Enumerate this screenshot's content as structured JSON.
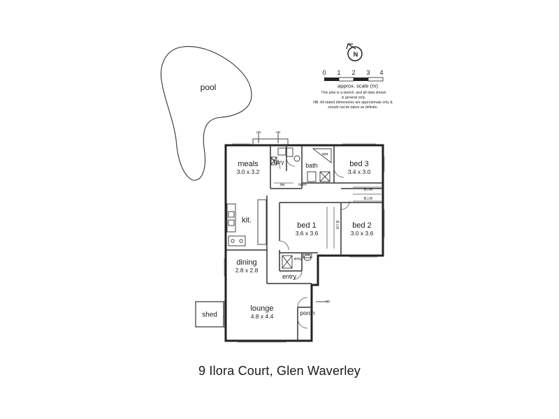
{
  "outdoor": {
    "pool": "pool",
    "shed": "shed"
  },
  "scale": {
    "ticks": [
      "0",
      "1",
      "2",
      "3",
      "4"
    ],
    "label": "approx. scale (m)",
    "disclaimer_1": "This plan is a sketch, and all data shown is general only.",
    "disclaimer_2": "NB: All stated dimensions are approximate only & should not be taken as definite.",
    "north": "N"
  },
  "rooms": {
    "meals": {
      "name": "meals",
      "dims": "3.0 x 3.2"
    },
    "ldry": {
      "name": "l'dry"
    },
    "bath": {
      "name": "bath"
    },
    "spa": {
      "name": "spa"
    },
    "bed3": {
      "name": "bed 3",
      "dims": "3.4 x 3.0"
    },
    "kit": {
      "name": "kit."
    },
    "bed1": {
      "name": "bed 1",
      "dims": "3.6 x 3.6"
    },
    "bed2": {
      "name": "bed 2",
      "dims": "3.0 x 3.6"
    },
    "dining": {
      "name": "dining",
      "dims": "2.8 x 2.8"
    },
    "ens": {
      "name": "ens."
    },
    "entry": {
      "name": "entry"
    },
    "lounge": {
      "name": "lounge",
      "dims": "4.8 x 4.4"
    },
    "porch": {
      "name": "porch"
    }
  },
  "fixtures": {
    "bir_1": "B.I.R",
    "bir_2": "B.I.R",
    "bir_3": "B.I.R",
    "linen": "linen",
    "dw": "dw",
    "up_1": "up",
    "up_2": "up",
    "up_3": "up"
  },
  "address": "9 Ilora Court, Glen Waverley"
}
